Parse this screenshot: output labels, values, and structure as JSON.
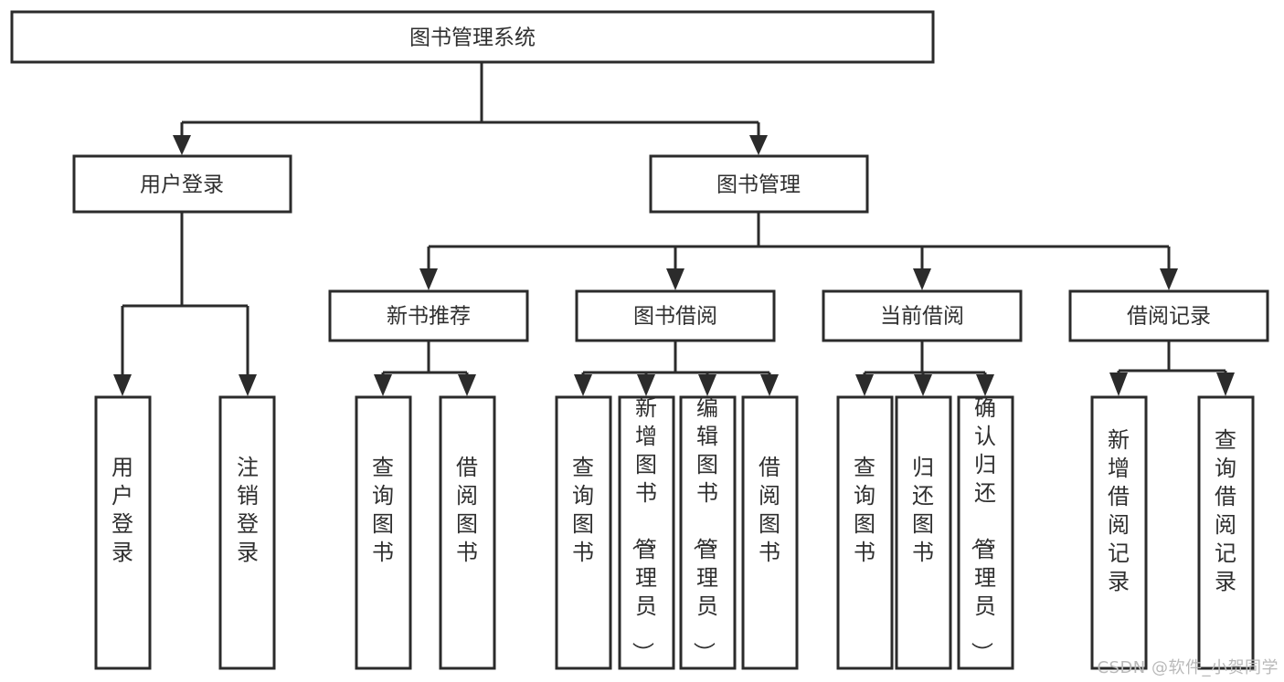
{
  "diagram": {
    "type": "hierarchy-tree",
    "title": "图书管理系统",
    "orientation": "top-down",
    "levels": 4,
    "nodes": {
      "root": {
        "label": "图书管理系统",
        "level": 0,
        "text_direction": "horizontal"
      },
      "level1": [
        {
          "id": "user-login",
          "label": "用户登录",
          "text_direction": "horizontal"
        },
        {
          "id": "book-management",
          "label": "图书管理",
          "text_direction": "horizontal"
        }
      ],
      "level2": [
        {
          "id": "new-book-recommend",
          "label": "新书推荐",
          "parent": "book-management",
          "text_direction": "horizontal"
        },
        {
          "id": "book-borrow",
          "label": "图书借阅",
          "parent": "book-management",
          "text_direction": "horizontal"
        },
        {
          "id": "current-borrow",
          "label": "当前借阅",
          "parent": "book-management",
          "text_direction": "horizontal"
        },
        {
          "id": "borrow-record",
          "label": "借阅记录",
          "parent": "book-management",
          "text_direction": "horizontal"
        }
      ],
      "leaves": [
        {
          "id": "leaf-user-login",
          "label": "用户登录",
          "parent": "user-login",
          "text_direction": "vertical"
        },
        {
          "id": "leaf-user-logout",
          "label": "注销登录",
          "parent": "user-login",
          "text_direction": "vertical"
        },
        {
          "id": "leaf-query-book-1",
          "label": "查询图书",
          "parent": "new-book-recommend",
          "text_direction": "vertical"
        },
        {
          "id": "leaf-borrow-book-1",
          "label": "借阅图书",
          "parent": "new-book-recommend",
          "text_direction": "vertical"
        },
        {
          "id": "leaf-query-book-2",
          "label": "查询图书",
          "parent": "book-borrow",
          "text_direction": "vertical"
        },
        {
          "id": "leaf-add-book",
          "label": "新增图书（管理员）",
          "parent": "book-borrow",
          "text_direction": "vertical"
        },
        {
          "id": "leaf-edit-book",
          "label": "编辑图书（管理员）",
          "parent": "book-borrow",
          "text_direction": "vertical"
        },
        {
          "id": "leaf-borrow-book-2",
          "label": "借阅图书",
          "parent": "book-borrow",
          "text_direction": "vertical"
        },
        {
          "id": "leaf-query-book-3",
          "label": "查询图书",
          "parent": "current-borrow",
          "text_direction": "vertical"
        },
        {
          "id": "leaf-return-book",
          "label": "归还图书",
          "parent": "current-borrow",
          "text_direction": "vertical"
        },
        {
          "id": "leaf-confirm-return",
          "label": "确认归还（管理员）",
          "parent": "current-borrow",
          "text_direction": "vertical"
        },
        {
          "id": "leaf-add-record",
          "label": "新增借阅记录",
          "parent": "borrow-record",
          "text_direction": "vertical"
        },
        {
          "id": "leaf-query-record",
          "label": "查询借阅记录",
          "parent": "borrow-record",
          "text_direction": "vertical"
        }
      ]
    },
    "colors": {
      "background": "#ffffff",
      "box_fill": "#ffffff",
      "box_stroke": "#2b2b2b",
      "connector": "#2b2b2b",
      "text": "#2f2f2f",
      "watermark": "#b9b9b9"
    }
  },
  "watermark": {
    "text": "CSDN @软件_小贺同学"
  }
}
